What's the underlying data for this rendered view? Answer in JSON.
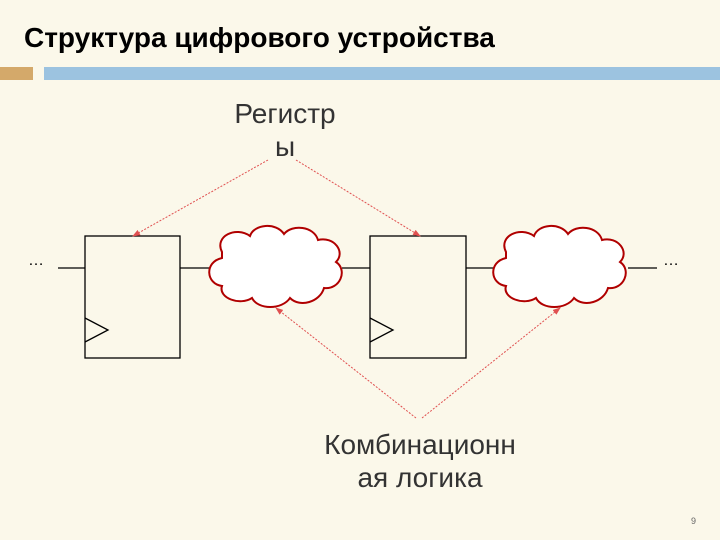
{
  "slide": {
    "title": "Структура цифрового устройства",
    "page_number": "9"
  },
  "diagram": {
    "registers_label_line1": "Регистр",
    "registers_label_line2": "ы",
    "logic_label_line1": "Комбинационн",
    "logic_label_line2": "ая логика",
    "ellipsis_left": "…",
    "ellipsis_right": "…"
  },
  "colors": {
    "background": "#fbf8ea",
    "accent_left": "#d4a96a",
    "accent_bar": "#9cc3e0",
    "arrow": "#e05050"
  }
}
